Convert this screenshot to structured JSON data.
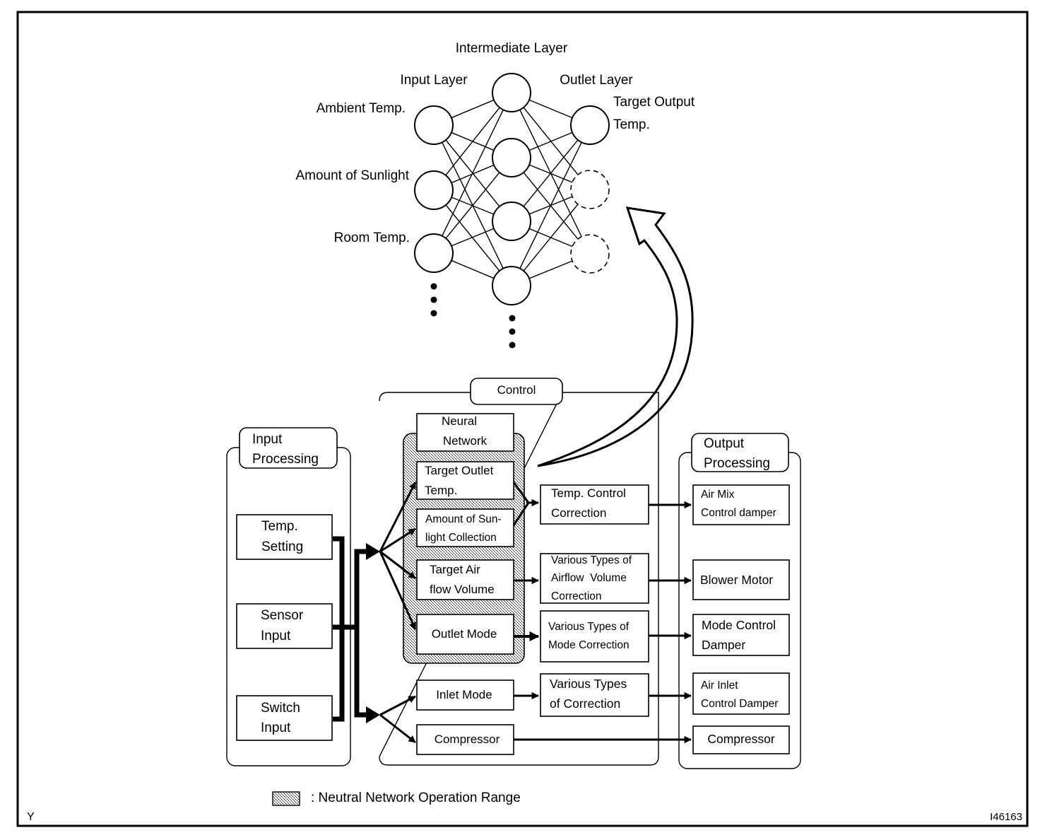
{
  "network": {
    "title": "Intermediate Layer",
    "input_layer_label": "Input Layer",
    "outlet_layer_label": "Outlet Layer",
    "inputs": [
      "Ambient Temp.",
      "Amount of Sunlight",
      "Room Temp."
    ],
    "outputs": [
      {
        "label_line1": "Target Output",
        "label_line2": "Temp.",
        "dashed": false
      },
      {
        "label_line1": "",
        "label_line2": "",
        "dashed": true
      },
      {
        "label_line1": "",
        "label_line2": "",
        "dashed": true
      }
    ],
    "hidden_node_count": 4,
    "more_indicator": "ellipsis-vertical"
  },
  "input_processing": {
    "title_line1": "Input",
    "title_line2": "Processing",
    "items": [
      {
        "line1": "Temp.",
        "line2": "Setting"
      },
      {
        "line1": "Sensor",
        "line2": "Input"
      },
      {
        "line1": "Switch",
        "line2": "Input"
      }
    ]
  },
  "control": {
    "title": "Control",
    "neural_network_label_line1": "Neural",
    "neural_network_label_line2": "Network",
    "nn_items": [
      {
        "line1": "Target Outlet",
        "line2": "Temp."
      },
      {
        "line1": "Amount of Sun-",
        "line2": "light Collection"
      },
      {
        "line1": "Target Air",
        "line2": "flow Volume"
      },
      {
        "line1": "Outlet Mode",
        "line2": ""
      }
    ],
    "other_items": [
      {
        "line1": "Inlet Mode"
      },
      {
        "line1": "Compressor"
      }
    ],
    "corrections": [
      {
        "line1": "Temp. Control",
        "line2": "Correction",
        "line3": ""
      },
      {
        "line1": "Various Types of",
        "line2": "Airflow  Volume",
        "line3": "Correction"
      },
      {
        "line1": "Various Types of",
        "line2": "Mode Correction",
        "line3": ""
      },
      {
        "line1": "Various Types",
        "line2": "of Correction",
        "line3": ""
      }
    ]
  },
  "output_processing": {
    "title_line1": "Output",
    "title_line2": "Processing",
    "items": [
      {
        "line1": "Air Mix",
        "line2": "Control damper"
      },
      {
        "line1": "Blower Motor",
        "line2": ""
      },
      {
        "line1": "Mode Control",
        "line2": "Damper"
      },
      {
        "line1": "Air Inlet",
        "line2": "Control Damper"
      },
      {
        "line1": "Compressor",
        "line2": ""
      }
    ]
  },
  "legend": {
    "text": ": Neutral Network Operation Range",
    "swatch": "crosshatch-pattern"
  },
  "corner_marks": {
    "left": "Y",
    "right": "I46163"
  }
}
